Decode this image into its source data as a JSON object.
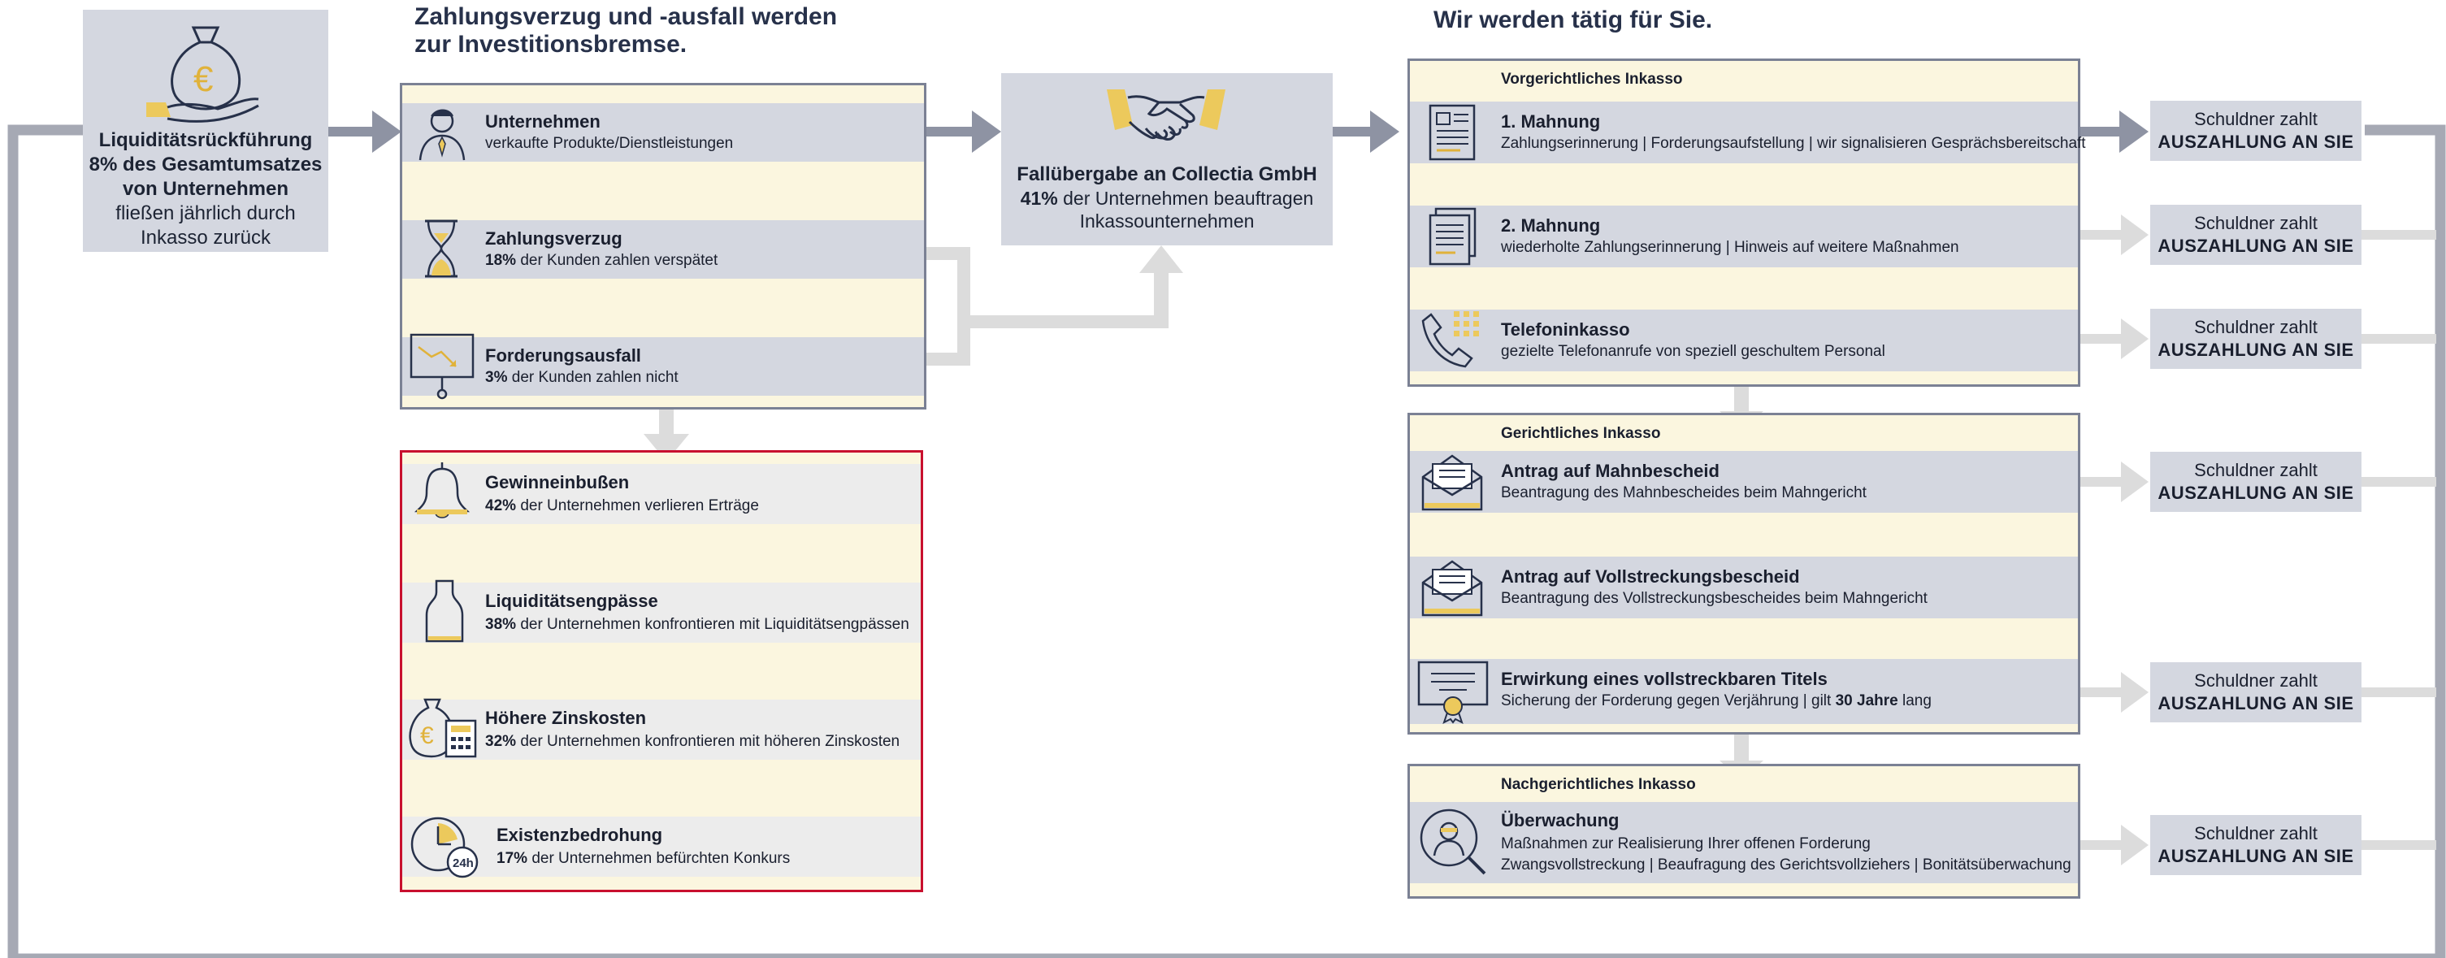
{
  "headings": {
    "left": [
      "Zahlungsverzug und -ausfall werden",
      "zur Investitionsbremse."
    ],
    "right": "Wir werden tätig für Sie."
  },
  "liquidity_box": {
    "line1": "Liquiditätsrückführung",
    "line2": "8% des Gesamtumsatzes",
    "line3": "von Unternehmen",
    "line4": "fließen jährlich durch",
    "line5": "Inkasso zurück"
  },
  "problem_rows": [
    {
      "title": "Unternehmen",
      "pct": "",
      "text": "verkaufte Produkte/Dienstleistungen",
      "icon": "businessman-icon"
    },
    {
      "title": "Zahlungsverzug",
      "pct": "18%",
      "text": "der Kunden zahlen verspätet",
      "icon": "hourglass-icon"
    },
    {
      "title": "Forderungsausfall",
      "pct": "3%",
      "text": "der Kunden zahlen nicht",
      "icon": "declining-chart-icon"
    }
  ],
  "consequence_rows": [
    {
      "title": "Gewinneinbußen",
      "pct": "42%",
      "text": "der Unternehmen verlieren Erträge",
      "icon": "bell-icon"
    },
    {
      "title": "Liquiditätsengpässe",
      "pct": "38%",
      "text": "der Unternehmen konfrontieren mit Liquiditätsengpässen",
      "icon": "bottle-icon"
    },
    {
      "title": "Höhere Zinskosten",
      "pct": "32%",
      "text": "der Unternehmen konfrontieren mit höheren  Zinskosten",
      "icon": "moneybag-calculator-icon"
    },
    {
      "title": "Existenzbedrohung",
      "pct": "17%",
      "text": "der Unternehmen befürchten Konkurs",
      "icon": "clock-24h-icon"
    }
  ],
  "plus_sign": "+",
  "handover_box": {
    "title": "Fallübergabe an Collectia GmbH",
    "pct": "41%",
    "text1": "der Unternehmen beauftragen",
    "text2": "Inkassounternehmen",
    "icon": "handshake-icon"
  },
  "sections": [
    {
      "label": "Vorgerichtliches Inkasso",
      "rows": [
        {
          "title": "1. Mahnung",
          "text": "Zahlungserinnerung | Forderungsaufstellung | wir signalisieren Gesprächsbereitschaft",
          "icon": "document-icon"
        },
        {
          "title": "2. Mahnung",
          "text": "wiederholte Zahlungserinnerung | Hinweis auf weitere Maßnahmen",
          "icon": "documents-icon"
        },
        {
          "title": "Telefoninkasso",
          "text": "gezielte Telefonanrufe von speziell geschultem Personal",
          "icon": "phone-icon"
        }
      ]
    },
    {
      "label": "Gerichtliches Inkasso",
      "rows": [
        {
          "title": "Antrag auf Mahnbescheid",
          "text": "Beantragung des Mahnbescheides beim Mahngericht",
          "icon": "envelope-icon"
        },
        {
          "title": "Antrag auf Vollstreckungsbescheid",
          "text": "Beantragung des Vollstreckungsbescheides beim Mahngericht",
          "icon": "envelope-icon"
        },
        {
          "title": "Erwirkung eines vollstreckbaren Titels",
          "text_pre": "Sicherung der Forderung gegen Verjährung | gilt ",
          "text_bold": "30 Jahre",
          "text_post": " lang",
          "icon": "certificate-icon"
        }
      ]
    },
    {
      "label": "Nachgerichtliches Inkasso",
      "rows": [
        {
          "title": "Überwachung",
          "text": "Maßnahmen zur Realisierung Ihrer offenen Forderung",
          "text2": "Zwangsvollstreckung | Beaufragung des Gerichtsvollziehers | Bonitätsüberwachung",
          "icon": "person-search-icon"
        }
      ]
    }
  ],
  "payer": {
    "line1": "Schuldner zahlt",
    "line2": "AUSZAHLUNG AN SIE"
  },
  "colors": {
    "panel_gray": "#d4d7e0",
    "cream": "#fbf6df",
    "arrow_gray": "#7b8194",
    "light_arrow": "#dcdcdc",
    "accent_gold": "#ecc95c",
    "alert_red": "#c8102e",
    "navy": "#27314a"
  }
}
